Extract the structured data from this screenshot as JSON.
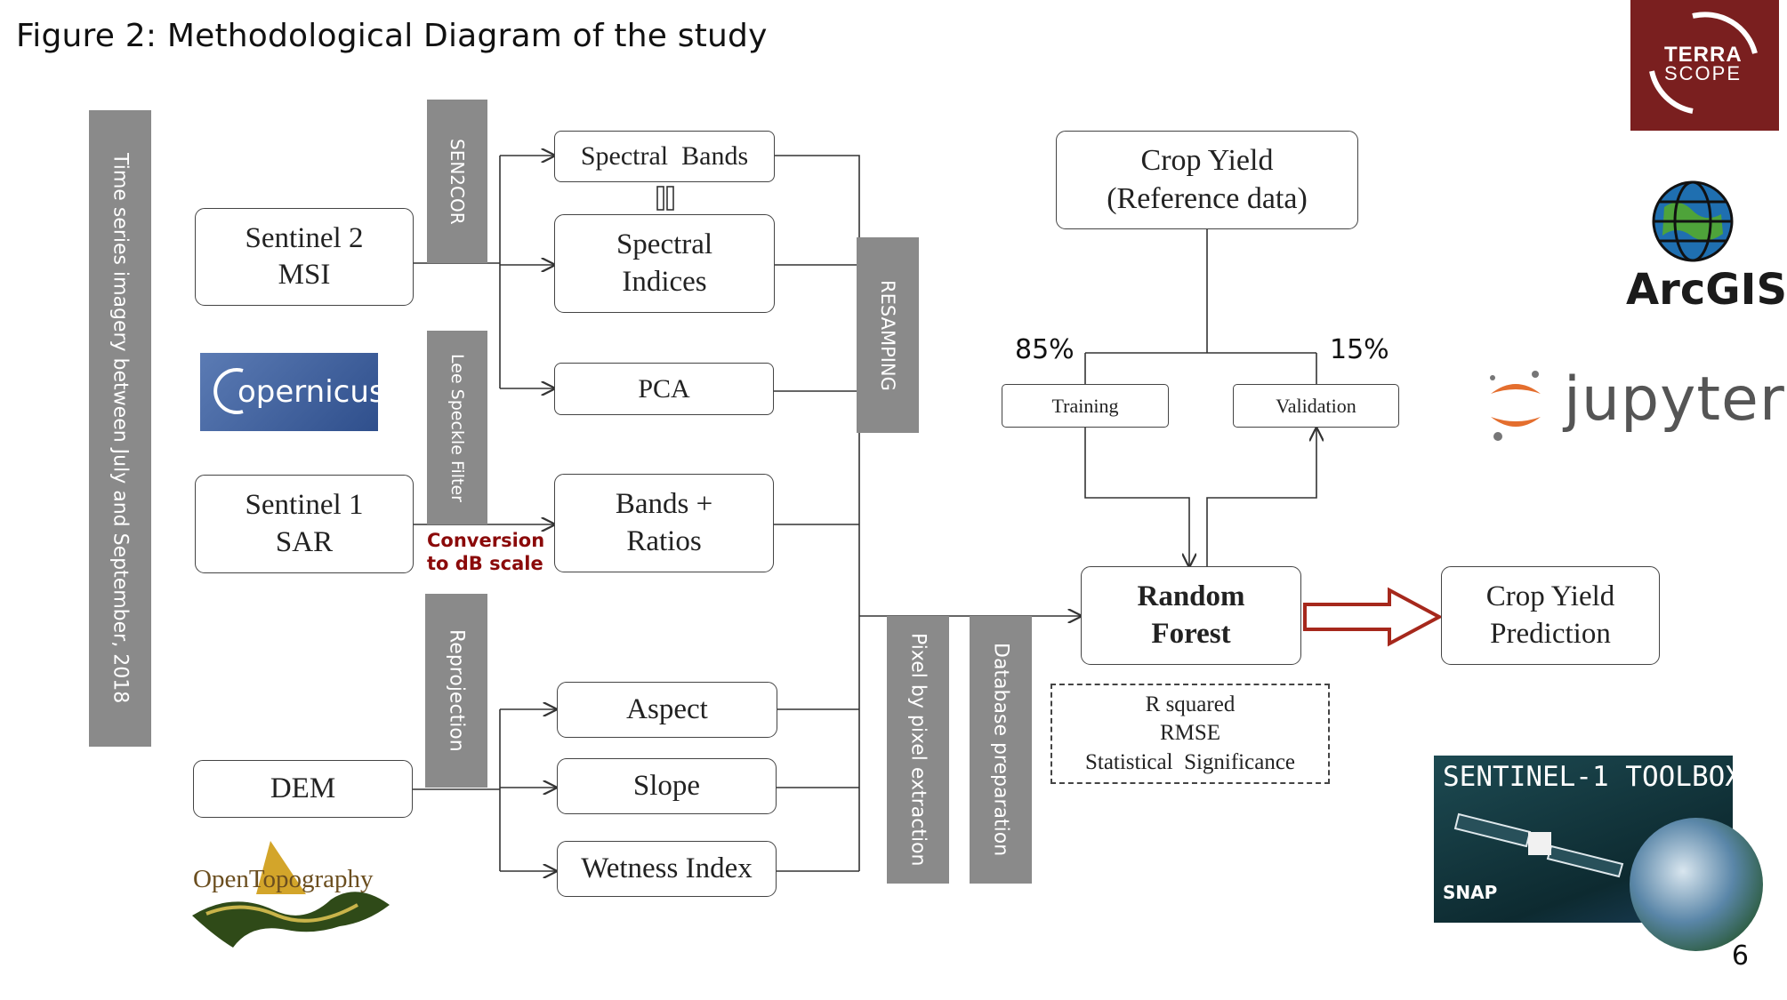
{
  "title": "Figure 2: Methodological Diagram of the study",
  "page_number": "6",
  "side_bar": "Time series imagery between July and September, 2018",
  "processing_bars": {
    "sen2cor": "SEN2COR",
    "lee_filter": "Lee Speckle Filter",
    "reprojection": "Reprojection",
    "resampling": "RESAMPING",
    "pixel_extraction": "Pixel by pixel extraction",
    "database": "Database preparation"
  },
  "sources": {
    "sentinel2": "Sentinel 2\nMSI",
    "sentinel1": "Sentinel 1\nSAR",
    "dem": "DEM"
  },
  "features": {
    "spectral_bands": "Spectral  Bands",
    "spectral_indices": "Spectral\nIndices",
    "pca": "PCA",
    "bands_ratios": "Bands +\nRatios",
    "aspect": "Aspect",
    "slope": "Slope",
    "wetness": "Wetness Index"
  },
  "conversion_label": "Conversion\nto dB scale",
  "crop_yield_ref": "Crop Yield\n(Reference data)",
  "split": {
    "training_pct": "85%",
    "validation_pct": "15%",
    "training": "Training",
    "validation": "Validation"
  },
  "model": "Random\nForest",
  "output": "Crop Yield\nPrediction",
  "metrics": [
    "R squared",
    "RMSE",
    "Statistical  Significance"
  ],
  "logos": {
    "terrascope_line1": "TERRA",
    "terrascope_line2": "SCOPE",
    "copernicus": "opernicus",
    "arcgis": "ArcGIS",
    "jupyter": "jupyter",
    "opentopography": "OpenTopography",
    "s1_toolbox": "SENTINEL-1 TOOLBOX",
    "snap": "SNAP"
  },
  "colors": {
    "bar_gray": "#8a8a8a",
    "arrow_red": "#a6281c",
    "terrascope_red": "#7a1f1f"
  }
}
